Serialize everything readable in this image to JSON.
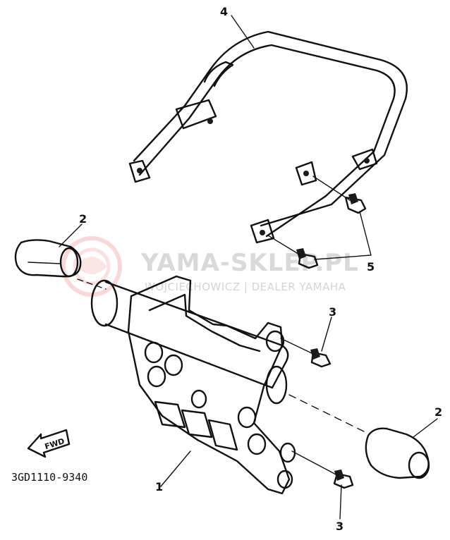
{
  "diagram": {
    "code": "3GD1110-9340",
    "fwd_label": "FWD",
    "watermark": {
      "main": "YAMA-SKLEP.PL",
      "sub": "WOJCIECHOWICZ | DEALER YAMAHA"
    },
    "callouts": {
      "c1": "1",
      "c2a": "2",
      "c2b": "2",
      "c3a": "3",
      "c3b": "3",
      "c4": "4",
      "c5": "5"
    }
  }
}
